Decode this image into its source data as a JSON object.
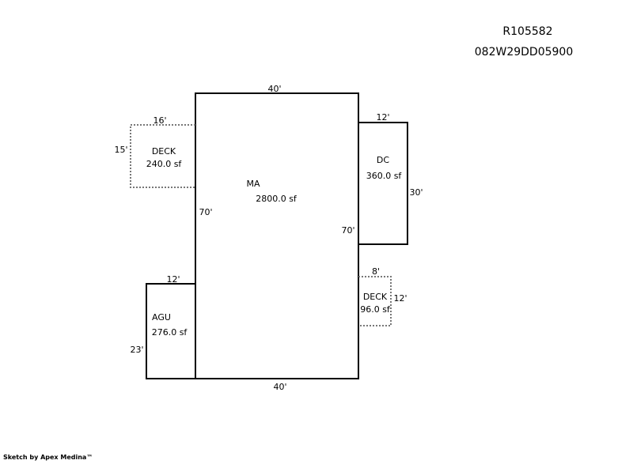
{
  "header": {
    "parcel_id": "R105582",
    "map_number": "082W29DD05900"
  },
  "areas": {
    "ma": {
      "label": "MA",
      "area": "2800.0 sf",
      "top": "40'",
      "bottom": "40'",
      "left": "70'",
      "right": "70'"
    },
    "dc": {
      "label": "DC",
      "area": "360.0 sf",
      "top": "12'",
      "right": "30'"
    },
    "deck_left": {
      "label": "DECK",
      "area": "240.0 sf",
      "top": "16'",
      "left": "15'"
    },
    "agu": {
      "label": "AGU",
      "area": "276.0 sf",
      "top": "12'",
      "left": "23'"
    },
    "deck_right": {
      "label": "DECK",
      "area": "96.0 sf",
      "top": "8'",
      "right": "12'"
    }
  },
  "footer": {
    "credit": "Sketch by Apex Medina™"
  }
}
